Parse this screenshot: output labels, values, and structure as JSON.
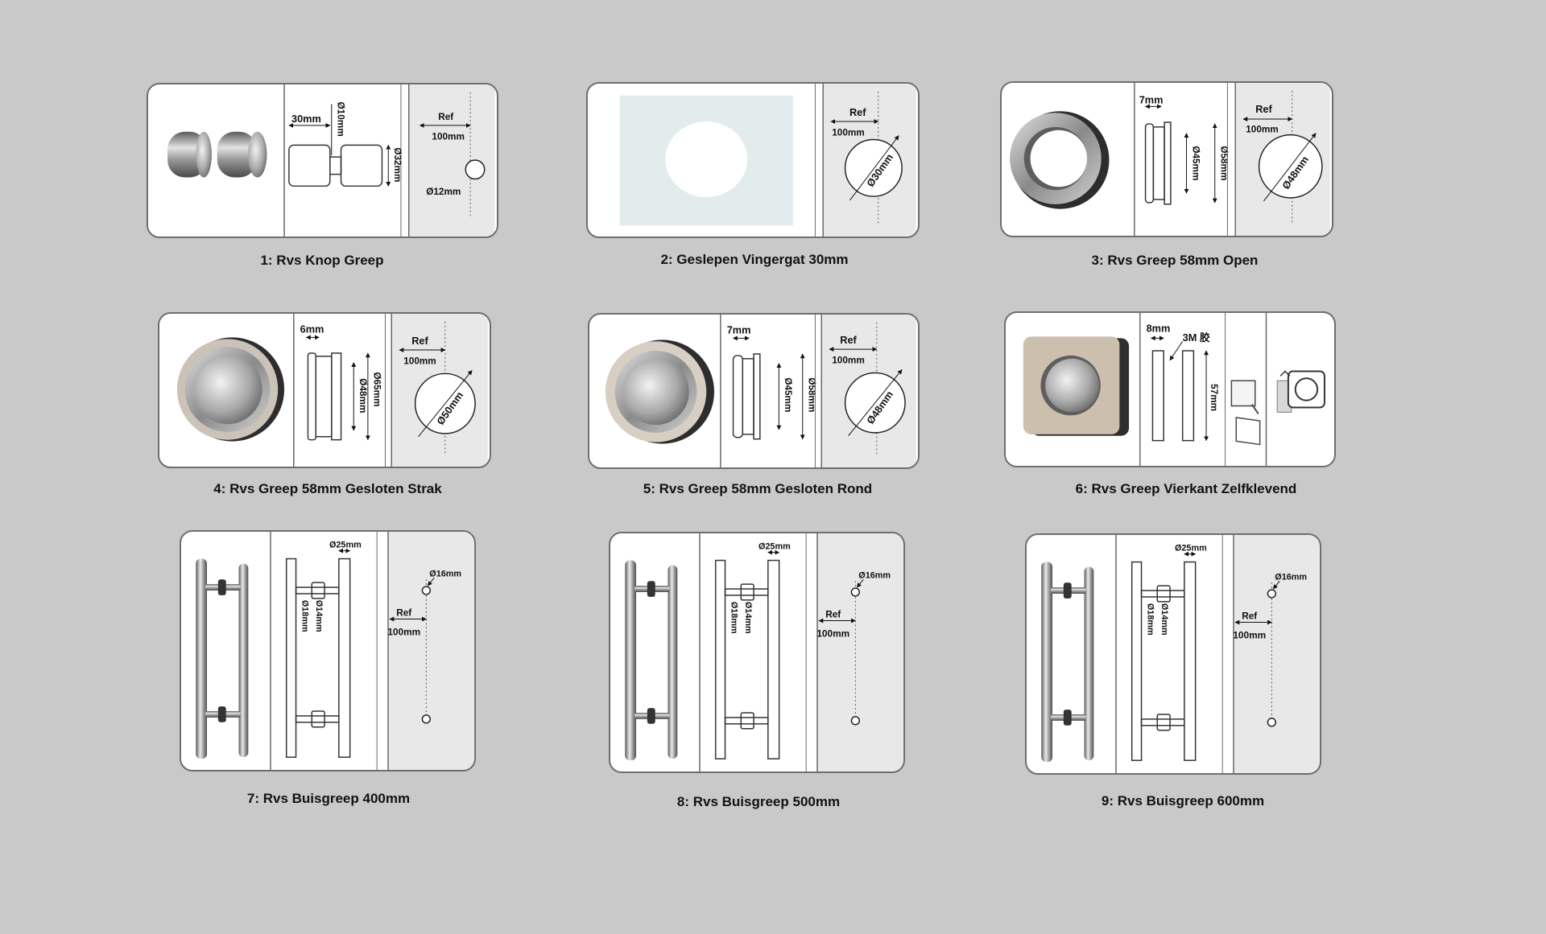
{
  "products": [
    {
      "caption": "1: Rvs Knop Greep",
      "dims": {
        "width": "30mm",
        "shaft": "Ø10mm",
        "diameter": "Ø32mm",
        "ref": "Ref",
        "ref_dist": "100mm",
        "hole": "Ø12mm"
      }
    },
    {
      "caption": "2: Geslepen Vingergat 30mm",
      "dims": {
        "ref": "Ref",
        "ref_dist": "100mm",
        "hole": "Ø30mm"
      }
    },
    {
      "caption": "3: Rvs Greep 58mm Open",
      "dims": {
        "thickness": "7mm",
        "inner": "Ø45mm",
        "outer": "Ø58mm",
        "ref": "Ref",
        "ref_dist": "100mm",
        "hole": "Ø48mm"
      }
    },
    {
      "caption": "4: Rvs Greep 58mm Gesloten Strak",
      "dims": {
        "thickness": "6mm",
        "outer": "Ø65mm",
        "inner": "Ø48mm",
        "ref": "Ref",
        "ref_dist": "100mm",
        "hole": "Ø50mm"
      }
    },
    {
      "caption": "5: Rvs Greep 58mm Gesloten Rond",
      "dims": {
        "thickness": "7mm",
        "inner": "Ø45mm",
        "outer": "Ø58mm",
        "ref": "Ref",
        "ref_dist": "100mm",
        "hole": "Ø48mm"
      }
    },
    {
      "caption": "6: Rvs Greep Vierkant Zelfklevend",
      "dims": {
        "thickness": "8mm",
        "tape": "3M 胶",
        "height": "57mm"
      }
    },
    {
      "caption": "7: Rvs Buisgreep 400mm",
      "dims": {
        "tube": "Ø25mm",
        "leg": "Ø18mm",
        "pin": "Ø14mm",
        "hole": "Ø16mm",
        "ref": "Ref",
        "ref_dist": "100mm"
      }
    },
    {
      "caption": "8: Rvs Buisgreep 500mm",
      "dims": {
        "tube": "Ø25mm",
        "leg": "Ø18mm",
        "pin": "Ø14mm",
        "hole": "Ø16mm",
        "ref": "Ref",
        "ref_dist": "100mm"
      }
    },
    {
      "caption": "9: Rvs Buisgreep 600mm",
      "dims": {
        "tube": "Ø25mm",
        "leg": "Ø18mm",
        "pin": "Ø14mm",
        "hole": "Ø16mm",
        "ref": "Ref",
        "ref_dist": "100mm"
      }
    }
  ],
  "colors": {
    "background": "#c9c9c9",
    "card": "#ffffff",
    "panel": "#e8e8e8",
    "steel": "#8c8c8c"
  }
}
